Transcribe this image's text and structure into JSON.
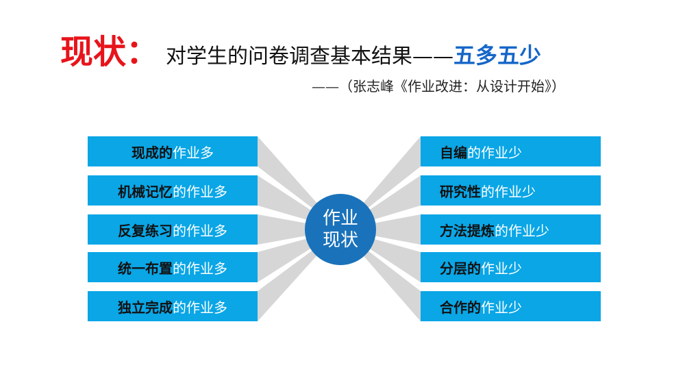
{
  "title": {
    "prefix": "现状：",
    "main": "对学生的问卷调查基本结果——",
    "highlight": "五多五少"
  },
  "subtitle": "——（张志峰《作业改进：从设计开始》）",
  "center": {
    "line1": "作业",
    "line2": "现状"
  },
  "left_items": [
    {
      "bold": "现成的",
      "rest": "作业多"
    },
    {
      "bold": "机械记忆",
      "rest": "的作业多"
    },
    {
      "bold": "反复练习",
      "rest": "的作业多"
    },
    {
      "bold": "统一布置",
      "rest": "的作业多"
    },
    {
      "bold": "独立完成",
      "rest": "的作业多"
    }
  ],
  "right_items": [
    {
      "bold": "自编",
      "rest": "的作业少"
    },
    {
      "bold": "研究性",
      "rest": "的作业少"
    },
    {
      "bold": "方法提炼",
      "rest": "的作业少"
    },
    {
      "bold": "分层的",
      "rest": "作业少"
    },
    {
      "bold": "合作的",
      "rest": "作业少"
    }
  ],
  "colors": {
    "box": "#0aa6e6",
    "circle": "#1a72ba",
    "title_red": "#e8141b",
    "title_blue": "#1566c8"
  }
}
